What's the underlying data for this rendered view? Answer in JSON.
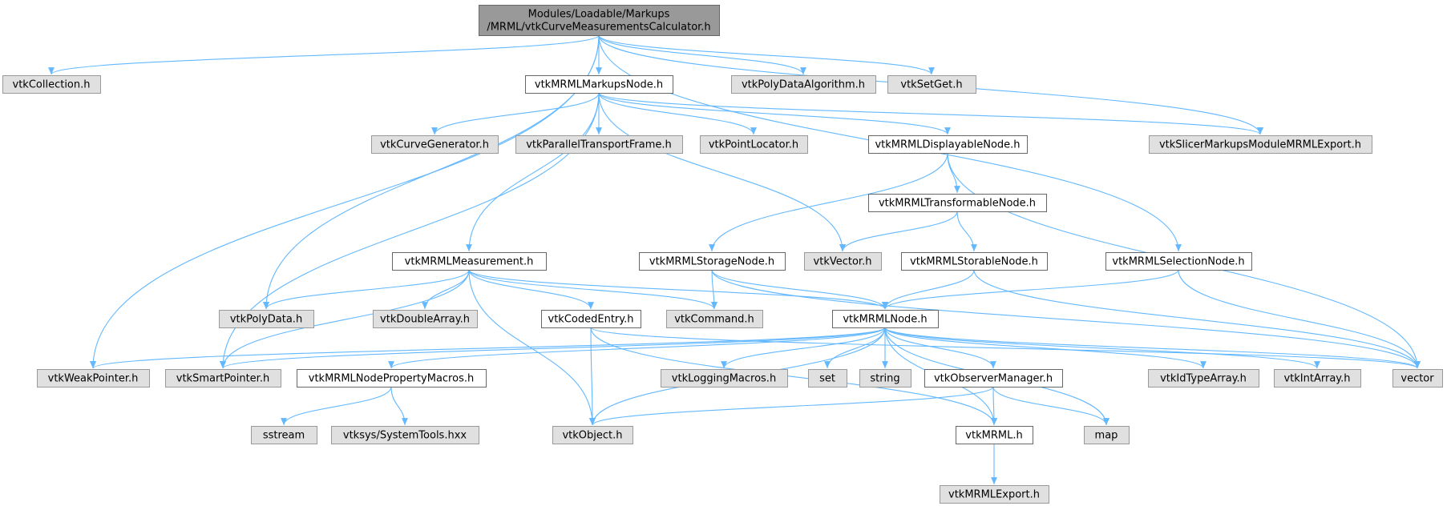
{
  "colors": {
    "edge": "#63b8ff",
    "root_fill": "#999999",
    "doc_fill": "#ffffff",
    "ext_fill": "#e0e0e0",
    "border": "#666666"
  },
  "graph": {
    "root": "root",
    "nodes": [
      {
        "id": "root",
        "kind": "root",
        "lines": [
          "Modules/Loadable/Markups",
          "/MRML/vtkCurveMeasurementsCalculator.h"
        ]
      },
      {
        "id": "vtkCollection",
        "kind": "ext",
        "lines": [
          "vtkCollection.h"
        ]
      },
      {
        "id": "vtkMRMLMarkupsNode",
        "kind": "doc",
        "lines": [
          "vtkMRMLMarkupsNode.h"
        ]
      },
      {
        "id": "vtkPolyDataAlgorithm",
        "kind": "ext",
        "lines": [
          "vtkPolyDataAlgorithm.h"
        ]
      },
      {
        "id": "vtkSetGet",
        "kind": "ext",
        "lines": [
          "vtkSetGet.h"
        ]
      },
      {
        "id": "vtkCurveGenerator",
        "kind": "ext",
        "lines": [
          "vtkCurveGenerator.h"
        ]
      },
      {
        "id": "vtkParallelTransportFrame",
        "kind": "ext",
        "lines": [
          "vtkParallelTransportFrame.h"
        ]
      },
      {
        "id": "vtkPointLocator",
        "kind": "ext",
        "lines": [
          "vtkPointLocator.h"
        ]
      },
      {
        "id": "vtkMRMLDisplayableNode",
        "kind": "doc",
        "lines": [
          "vtkMRMLDisplayableNode.h"
        ]
      },
      {
        "id": "vtkSlicerMarkupsModuleMRMLExport",
        "kind": "ext",
        "lines": [
          "vtkSlicerMarkupsModuleMRMLExport.h"
        ]
      },
      {
        "id": "vtkMRMLTransformableNode",
        "kind": "doc",
        "lines": [
          "vtkMRMLTransformableNode.h"
        ]
      },
      {
        "id": "vtkMRMLMeasurement",
        "kind": "doc",
        "lines": [
          "vtkMRMLMeasurement.h"
        ]
      },
      {
        "id": "vtkMRMLStorageNode",
        "kind": "doc",
        "lines": [
          "vtkMRMLStorageNode.h"
        ]
      },
      {
        "id": "vtkVector",
        "kind": "ext",
        "lines": [
          "vtkVector.h"
        ]
      },
      {
        "id": "vtkMRMLStorableNode",
        "kind": "doc",
        "lines": [
          "vtkMRMLStorableNode.h"
        ]
      },
      {
        "id": "vtkMRMLSelectionNode",
        "kind": "doc",
        "lines": [
          "vtkMRMLSelectionNode.h"
        ]
      },
      {
        "id": "vtkPolyData",
        "kind": "ext",
        "lines": [
          "vtkPolyData.h"
        ]
      },
      {
        "id": "vtkDoubleArray",
        "kind": "ext",
        "lines": [
          "vtkDoubleArray.h"
        ]
      },
      {
        "id": "vtkCodedEntry",
        "kind": "doc",
        "lines": [
          "vtkCodedEntry.h"
        ]
      },
      {
        "id": "vtkCommand",
        "kind": "ext",
        "lines": [
          "vtkCommand.h"
        ]
      },
      {
        "id": "vtkMRMLNode",
        "kind": "doc",
        "lines": [
          "vtkMRMLNode.h"
        ]
      },
      {
        "id": "vtkWeakPointer",
        "kind": "ext",
        "lines": [
          "vtkWeakPointer.h"
        ]
      },
      {
        "id": "vtkSmartPointer",
        "kind": "ext",
        "lines": [
          "vtkSmartPointer.h"
        ]
      },
      {
        "id": "vtkMRMLNodePropertyMacros",
        "kind": "doc",
        "lines": [
          "vtkMRMLNodePropertyMacros.h"
        ]
      },
      {
        "id": "vtkLoggingMacros",
        "kind": "ext",
        "lines": [
          "vtkLoggingMacros.h"
        ]
      },
      {
        "id": "set",
        "kind": "ext",
        "lines": [
          "set"
        ]
      },
      {
        "id": "string",
        "kind": "ext",
        "lines": [
          "string"
        ]
      },
      {
        "id": "vtkObserverManager",
        "kind": "doc",
        "lines": [
          "vtkObserverManager.h"
        ]
      },
      {
        "id": "vtkIdTypeArray",
        "kind": "ext",
        "lines": [
          "vtkIdTypeArray.h"
        ]
      },
      {
        "id": "vtkIntArray",
        "kind": "ext",
        "lines": [
          "vtkIntArray.h"
        ]
      },
      {
        "id": "vector",
        "kind": "ext",
        "lines": [
          "vector"
        ]
      },
      {
        "id": "sstream",
        "kind": "ext",
        "lines": [
          "sstream"
        ]
      },
      {
        "id": "vtksysSystemTools",
        "kind": "ext",
        "lines": [
          "vtksys/SystemTools.hxx"
        ]
      },
      {
        "id": "vtkObject",
        "kind": "ext",
        "lines": [
          "vtkObject.h"
        ]
      },
      {
        "id": "vtkMRML",
        "kind": "doc",
        "lines": [
          "vtkMRML.h"
        ]
      },
      {
        "id": "map",
        "kind": "ext",
        "lines": [
          "map"
        ]
      },
      {
        "id": "vtkMRMLExport",
        "kind": "ext",
        "lines": [
          "vtkMRMLExport.h"
        ]
      }
    ],
    "edges": [
      [
        "root",
        "vtkCollection"
      ],
      [
        "root",
        "vtkMRMLMarkupsNode"
      ],
      [
        "root",
        "vtkPolyDataAlgorithm"
      ],
      [
        "root",
        "vtkSetGet"
      ],
      [
        "root",
        "vtkWeakPointer"
      ],
      [
        "root",
        "vtkPolyData"
      ],
      [
        "root",
        "vtkMRMLSelectionNode"
      ],
      [
        "root",
        "vtkSlicerMarkupsModuleMRMLExport"
      ],
      [
        "vtkMRMLMarkupsNode",
        "vtkCurveGenerator"
      ],
      [
        "vtkMRMLMarkupsNode",
        "vtkParallelTransportFrame"
      ],
      [
        "vtkMRMLMarkupsNode",
        "vtkPointLocator"
      ],
      [
        "vtkMRMLMarkupsNode",
        "vtkMRMLDisplayableNode"
      ],
      [
        "vtkMRMLMarkupsNode",
        "vtkSlicerMarkupsModuleMRMLExport"
      ],
      [
        "vtkMRMLMarkupsNode",
        "vtkMRMLMeasurement"
      ],
      [
        "vtkMRMLMarkupsNode",
        "vtkSmartPointer"
      ],
      [
        "vtkMRMLMarkupsNode",
        "vtkVector"
      ],
      [
        "vtkMRMLDisplayableNode",
        "vtkMRMLTransformableNode"
      ],
      [
        "vtkMRMLDisplayableNode",
        "vtkMRMLStorageNode"
      ],
      [
        "vtkMRMLDisplayableNode",
        "vector"
      ],
      [
        "vtkMRMLTransformableNode",
        "vtkVector"
      ],
      [
        "vtkMRMLTransformableNode",
        "vtkMRMLStorableNode"
      ],
      [
        "vtkMRMLMeasurement",
        "vtkPolyData"
      ],
      [
        "vtkMRMLMeasurement",
        "vtkDoubleArray"
      ],
      [
        "vtkMRMLMeasurement",
        "vtkCodedEntry"
      ],
      [
        "vtkMRMLMeasurement",
        "vtkCommand"
      ],
      [
        "vtkMRMLMeasurement",
        "vtkMRMLNode"
      ],
      [
        "vtkMRMLMeasurement",
        "vtkSmartPointer"
      ],
      [
        "vtkMRMLMeasurement",
        "vtkObject"
      ],
      [
        "vtkMRMLStorageNode",
        "vtkCommand"
      ],
      [
        "vtkMRMLStorageNode",
        "vtkMRMLNode"
      ],
      [
        "vtkMRMLStorageNode",
        "vector"
      ],
      [
        "vtkMRMLStorableNode",
        "vtkMRMLNode"
      ],
      [
        "vtkMRMLStorableNode",
        "vector"
      ],
      [
        "vtkMRMLSelectionNode",
        "vtkMRMLNode"
      ],
      [
        "vtkMRMLSelectionNode",
        "vector"
      ],
      [
        "vtkCodedEntry",
        "vtkObject"
      ],
      [
        "vtkCodedEntry",
        "vtkMRML"
      ],
      [
        "vtkCodedEntry",
        "vector"
      ],
      [
        "vtkMRMLNode",
        "vtkWeakPointer"
      ],
      [
        "vtkMRMLNode",
        "vtkSmartPointer"
      ],
      [
        "vtkMRMLNode",
        "vtkMRMLNodePropertyMacros"
      ],
      [
        "vtkMRMLNode",
        "vtkObject"
      ],
      [
        "vtkMRMLNode",
        "vtkLoggingMacros"
      ],
      [
        "vtkMRMLNode",
        "set"
      ],
      [
        "vtkMRMLNode",
        "string"
      ],
      [
        "vtkMRMLNode",
        "vtkObserverManager"
      ],
      [
        "vtkMRMLNode",
        "vtkMRML"
      ],
      [
        "vtkMRMLNode",
        "map"
      ],
      [
        "vtkMRMLNode",
        "vtkIdTypeArray"
      ],
      [
        "vtkMRMLNode",
        "vtkIntArray"
      ],
      [
        "vtkMRMLNode",
        "vector"
      ],
      [
        "vtkMRMLNodePropertyMacros",
        "sstream"
      ],
      [
        "vtkMRMLNodePropertyMacros",
        "vtksysSystemTools"
      ],
      [
        "vtkObserverManager",
        "vtkObject"
      ],
      [
        "vtkObserverManager",
        "vtkMRML"
      ],
      [
        "vtkObserverManager",
        "map"
      ],
      [
        "vtkMRML",
        "vtkMRMLExport"
      ]
    ]
  }
}
